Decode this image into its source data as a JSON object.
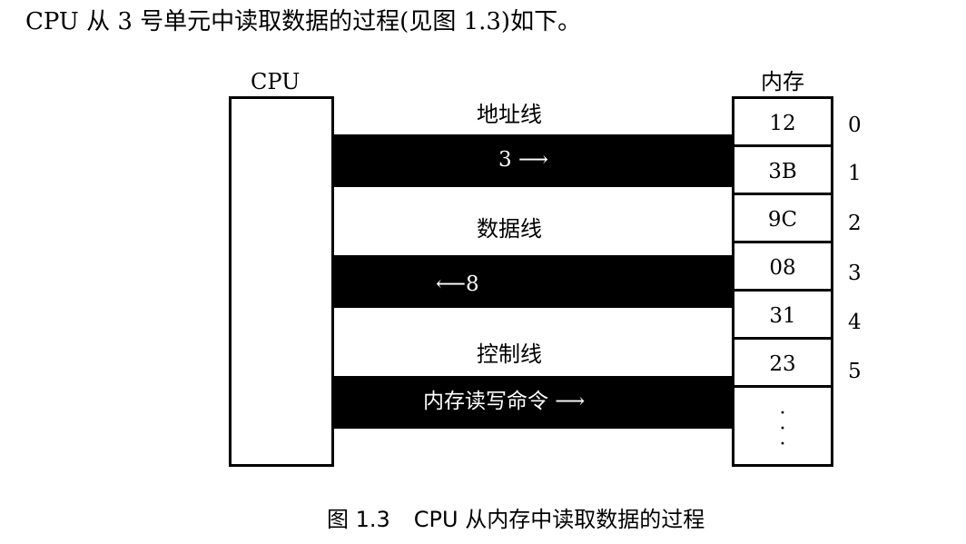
{
  "intro_text": "CPU 从 3 号单元中读取数据的过程(见图 1.3)如下。",
  "cpu_label": "CPU",
  "memory_label": "内存",
  "buses": {
    "address": {
      "label": "地址线",
      "value_text": "3 ⟶"
    },
    "data": {
      "label": "数据线",
      "value_text": "⟵8"
    },
    "control": {
      "label": "控制线",
      "value_text": "内存读写命令  ⟶"
    }
  },
  "memory_cells": [
    {
      "value": "12",
      "address": "0"
    },
    {
      "value": "3B",
      "address": "1"
    },
    {
      "value": "9C",
      "address": "2"
    },
    {
      "value": "08",
      "address": "3"
    },
    {
      "value": "31",
      "address": "4"
    },
    {
      "value": "23",
      "address": "5"
    }
  ],
  "memory_continuation": "·",
  "caption": {
    "number": "图 1.3",
    "title": "CPU 从内存中读取数据的过程"
  }
}
